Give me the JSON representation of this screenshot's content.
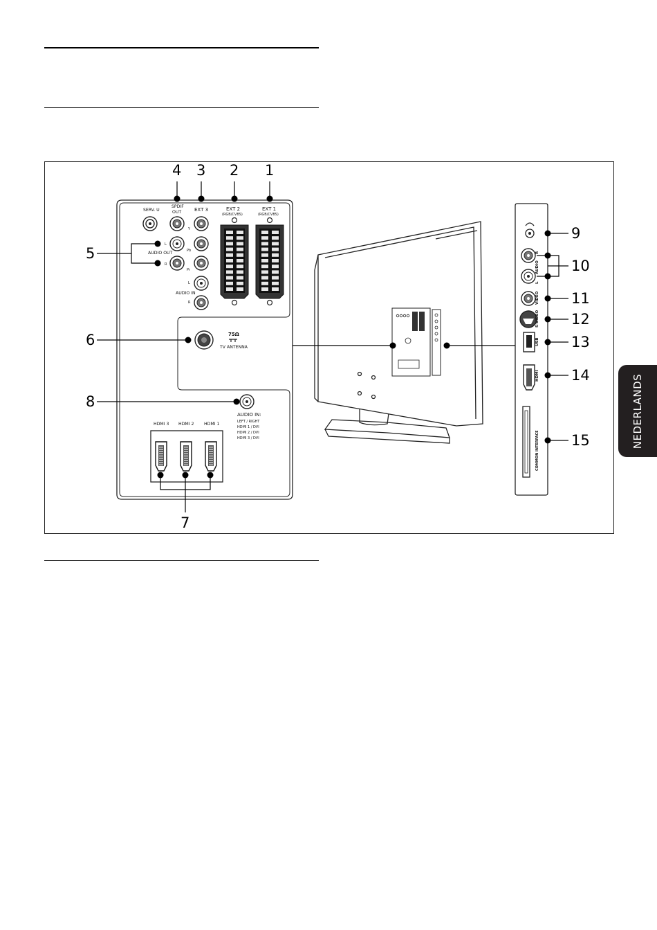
{
  "language_tab": "NEDERLANDS",
  "callouts": {
    "n1": "1",
    "n2": "2",
    "n3": "3",
    "n4": "4",
    "n5": "5",
    "n6": "6",
    "n7": "7",
    "n8": "8",
    "n9": "9",
    "n10": "10",
    "n11": "11",
    "n12": "12",
    "n13": "13",
    "n14": "14",
    "n15": "15"
  },
  "rear_panel": {
    "serv_u": "SERV. U",
    "spdif_line1": "SPDIF",
    "spdif_line2": "OUT",
    "ext3": "EXT 3",
    "ext2": "EXT 2",
    "ext2_sub": "(RGB/CVBS)",
    "ext1": "EXT 1",
    "ext1_sub": "(RGB/CVBS)",
    "y": "Y",
    "pb": "Pb",
    "pr": "Pr",
    "audio_out": "AUDIO OUT",
    "audio_out_l": "L",
    "audio_out_r": "R",
    "audio_in": "AUDIO IN",
    "audio_in_l": "L",
    "audio_in_r": "R",
    "antenna_ohm": "75Ω",
    "antenna": "TV ANTENNA",
    "audio_in_hdmi_title": "AUDIO IN:",
    "audio_in_hdmi_lines": [
      "LEFT / RIGHT",
      "HDMI 1 / DVI",
      "HDMI 2 / DVI",
      "HDMI 3 / DVI"
    ],
    "hdmi3": "HDMI 3",
    "hdmi2": "HDMI 2",
    "hdmi1": "HDMI 1"
  },
  "side_panel": {
    "audio_r": "R",
    "audio": "AUDIO",
    "audio_l": "L",
    "video": "VIDEO",
    "s_video": "S-VIDEO",
    "usb": "USB",
    "hdmi": "HDMI",
    "common_interface": "COMMON INTERFACE"
  }
}
